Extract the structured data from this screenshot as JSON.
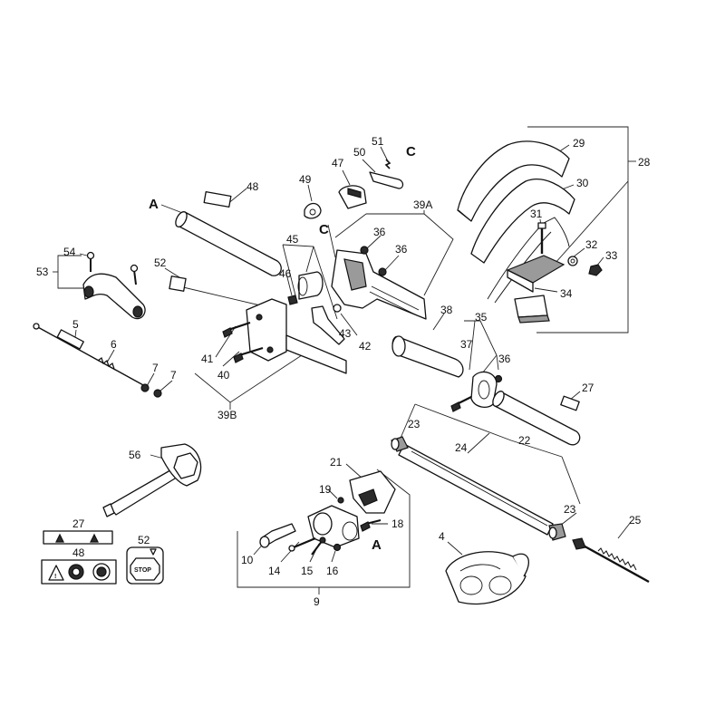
{
  "callouts": {
    "c4": "4",
    "c5": "5",
    "c6": "6",
    "c7a": "7",
    "c7b": "7",
    "c9": "9",
    "c10": "10",
    "c14": "14",
    "c15": "15",
    "c16": "16",
    "c18": "18",
    "c19": "19",
    "c21": "21",
    "c22": "22",
    "c23a": "23",
    "c23b": "23",
    "c24": "24",
    "c25": "25",
    "c27a": "27",
    "c27b": "27",
    "c28": "28",
    "c29": "29",
    "c30": "30",
    "c31": "31",
    "c32": "32",
    "c33": "33",
    "c34": "34",
    "c35": "35",
    "c36a": "36",
    "c36b": "36",
    "c36c": "36",
    "c37": "37",
    "c38": "38",
    "c39a": "39A",
    "c39b": "39B",
    "c40": "40",
    "c41": "41",
    "c42": "42",
    "c43": "43",
    "c45": "45",
    "c46": "46",
    "c47": "47",
    "c48a": "48",
    "c48b": "48",
    "c49": "49",
    "c50": "50",
    "c51": "51",
    "c52a": "52",
    "c52b": "52",
    "c53": "53",
    "c54": "54",
    "c56": "56"
  },
  "refs": {
    "a1": "A",
    "a2": "A",
    "c1": "C",
    "c2": "C"
  },
  "decal": {
    "stop": "STOP"
  }
}
